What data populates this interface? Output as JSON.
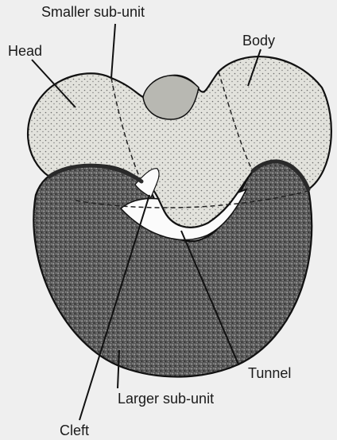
{
  "diagram": {
    "labels": {
      "smaller_subunit": "Smaller sub-unit",
      "head": "Head",
      "body": "Body",
      "tunnel": "Tunnel",
      "larger_subunit": "Larger sub-unit",
      "cleft": "Cleft"
    },
    "colors": {
      "background": "#efefef",
      "small_subunit_fill": "#dcdcd6",
      "large_subunit_fill": "#5c5c5c",
      "outline": "#111111"
    }
  }
}
